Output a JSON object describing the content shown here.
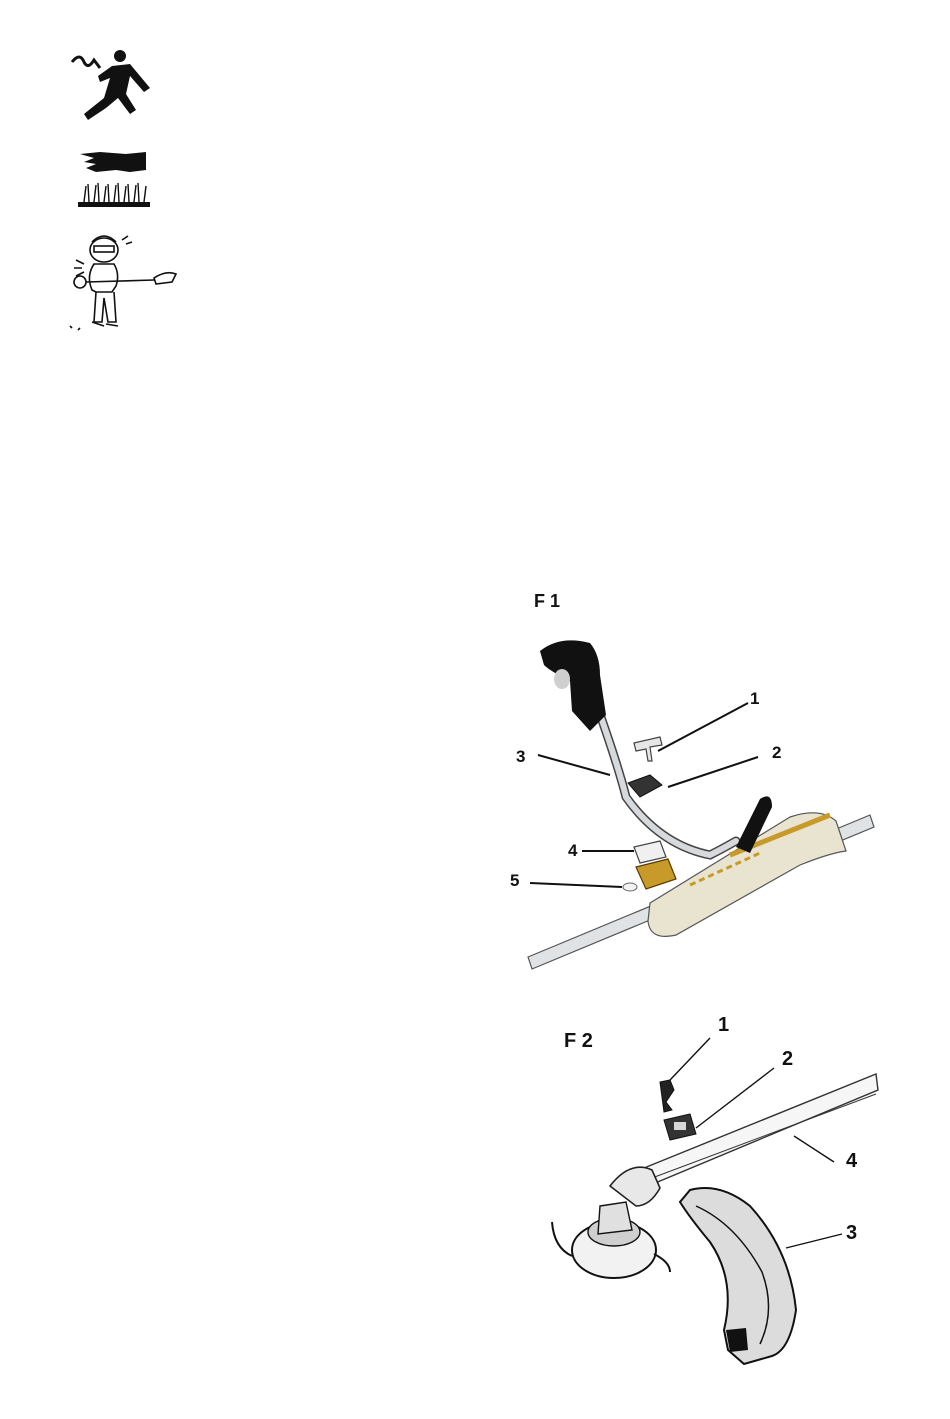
{
  "safety_icons": [
    {
      "icon": "electric-shock-hazard-icon"
    },
    {
      "icon": "hot-surface-warning-icon"
    },
    {
      "icon": "protective-equipment-operator-icon"
    }
  ],
  "figure1": {
    "label": "F 1",
    "callouts": [
      "1",
      "2",
      "3",
      "4",
      "5"
    ],
    "colors": {
      "handle": "#111111",
      "shaft": "#d8dde0",
      "bracket": "#c79a2a",
      "accent": "#e0c46a"
    }
  },
  "figure2": {
    "label": "F 2",
    "callouts": [
      "1",
      "2",
      "4",
      "3"
    ]
  }
}
